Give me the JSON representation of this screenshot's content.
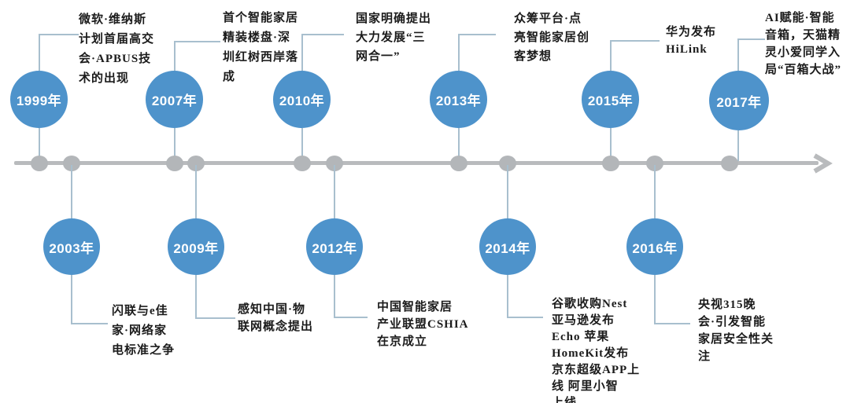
{
  "diagram": {
    "type": "timeline",
    "orientation": "horizontal",
    "colors": {
      "circle_fill": "#4e93cb",
      "circle_text": "#ffffff",
      "axis_gray": "#b9bbbd",
      "node_dot_gray": "#b3b6b9",
      "connector_blue_gray": "#a8bfce",
      "label_text": "#1b1b1b",
      "background": "#ffffff"
    },
    "events": [
      {
        "year": "1999年",
        "side": "top",
        "label": "微软·维纳斯\n计划首届高交\n会·APBUS技\n术的出现"
      },
      {
        "year": "2003年",
        "side": "bottom",
        "label": "闪联与e佳\n家·网络家\n电标准之争"
      },
      {
        "year": "2007年",
        "side": "top",
        "label": "首个智能家居\n精装楼盘·深\n圳红树西岸落\n成"
      },
      {
        "year": "2009年",
        "side": "bottom",
        "label": "感知中国·物\n联网概念提出"
      },
      {
        "year": "2010年",
        "side": "top",
        "label": "国家明确提出\n大力发展“三\n网合一”"
      },
      {
        "year": "2012年",
        "side": "bottom",
        "label": "中国智能家居\n产业联盟CSHIA\n在京成立"
      },
      {
        "year": "2013年",
        "side": "top",
        "label": "众筹平台·点\n亮智能家居创\n客梦想"
      },
      {
        "year": "2014年",
        "side": "bottom",
        "label": "谷歌收购Nest\n亚马逊发布\nEcho  苹果\nHomeKit发布\n京东超级APP上\n线  阿里小智\n上线"
      },
      {
        "year": "2015年",
        "side": "top",
        "label": "华为发布\nHiLink"
      },
      {
        "year": "2016年",
        "side": "bottom",
        "label": "央视315晚\n会·引发智能\n家居安全性关\n注"
      },
      {
        "year": "2017年",
        "side": "top",
        "label": "AI赋能·智能\n音箱，天猫精\n灵小爱同学入\n局“百箱大战”"
      }
    ]
  }
}
